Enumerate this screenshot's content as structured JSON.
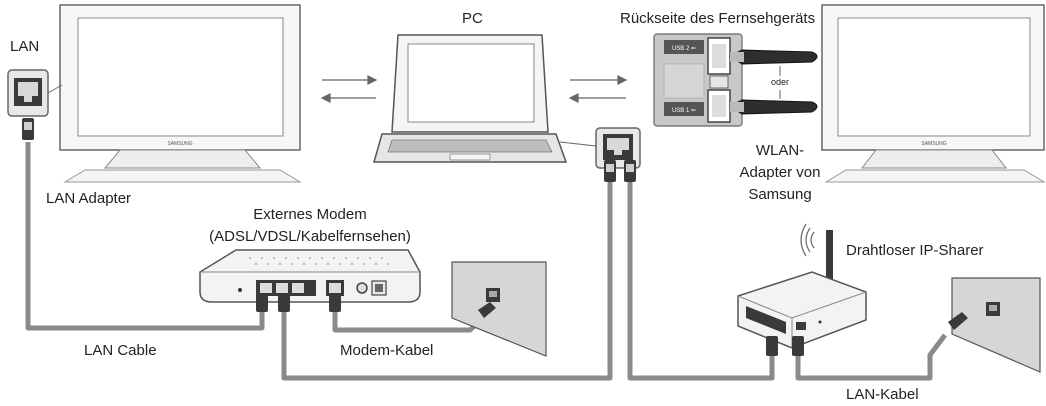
{
  "labels": {
    "lan": "LAN",
    "lan_adapter": "LAN Adapter",
    "pc": "PC",
    "tv_back": "Rückseite des Fernsehgeräts",
    "oder": "oder",
    "wlan_adapter_l1": "WLAN-",
    "wlan_adapter_l2": "Adapter von",
    "wlan_adapter_l3": "Samsung",
    "modem_l1": "Externes Modem",
    "modem_l2": "(ADSL/VDSL/Kabelfernsehen)",
    "ip_sharer": "Drahtloser IP-Sharer",
    "lan_cable": "LAN Cable",
    "modem_cable": "Modem-Kabel",
    "lan_kabel": "LAN-Kabel"
  },
  "tv_brand": "SAMSUNG",
  "port_labels": {
    "usb2": "USB 2 ⇐",
    "usb1": "USB 1 ⇐"
  },
  "colors": {
    "cable": "#8a8a8a",
    "outline": "#555555",
    "fill_light": "#f2f2f2",
    "fill_mid": "#d9d9d9",
    "fill_dark": "#3a3a3a"
  }
}
